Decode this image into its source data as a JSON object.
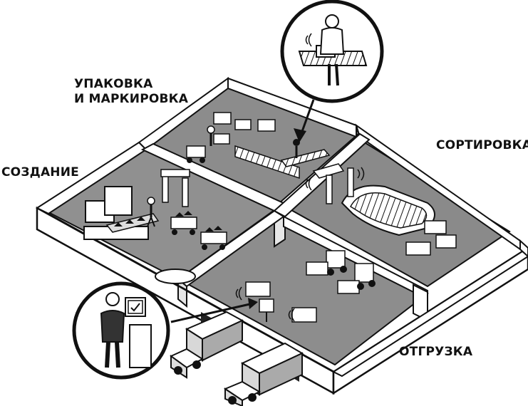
{
  "labels": {
    "packaging_line1": "УПАКОВКА",
    "packaging_line2": "И МАРКИРОВКА",
    "creation": "СОЗДАНИЕ",
    "sorting": "СОРТИРОВКА",
    "shipping": "ОТГРУЗКА"
  },
  "colors": {
    "ink": "#111111",
    "wall": "#ffffff",
    "floor": "#8e8e8e",
    "floor_dark": "#6f6f6f",
    "shadow": "#2b2b2b"
  },
  "icons": [
    "rfid-signal-icon",
    "truck-icon",
    "forklift-icon",
    "worker-icon",
    "computer-terminal-icon"
  ]
}
